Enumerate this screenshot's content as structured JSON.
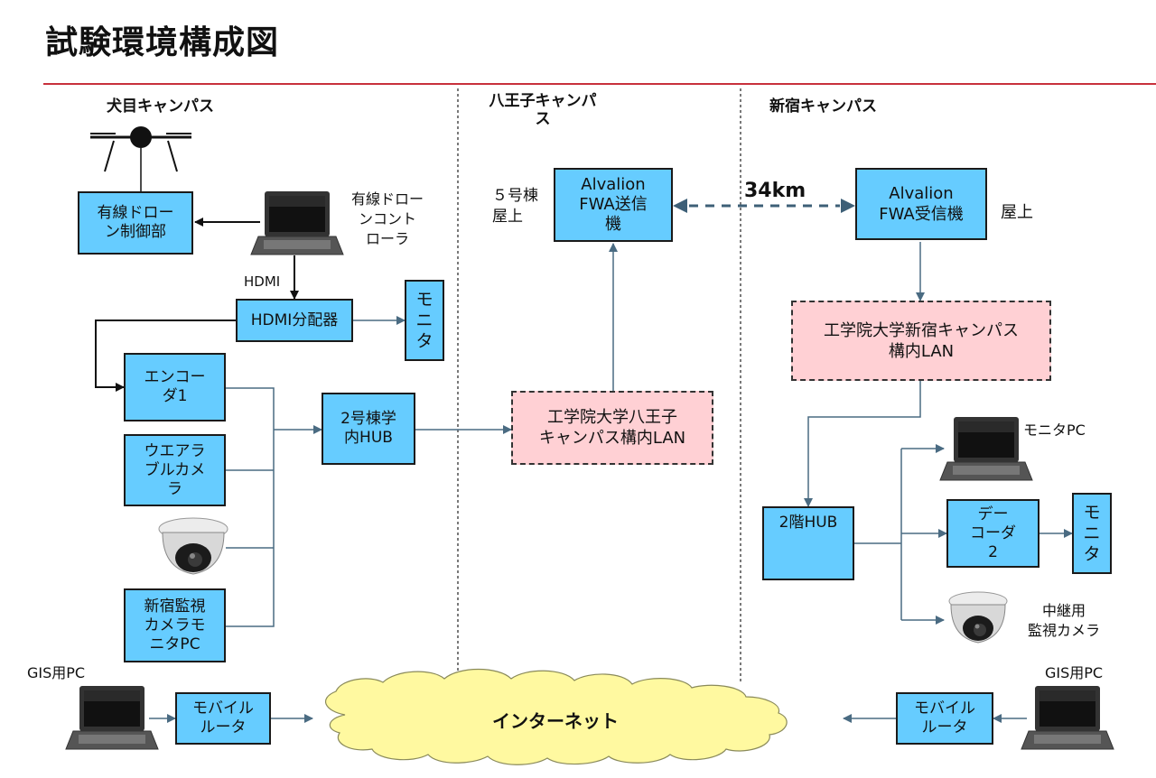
{
  "title": "試験環境構成図",
  "campuses": {
    "inume": "犬目キャンパス",
    "hachioji": "八王子キャンパ\nス",
    "shinjuku": "新宿キャンパス"
  },
  "boxes": {
    "drone_ctrl": "有線ドロー\nン制御部",
    "hdmi_splitter": "HDMI分配器",
    "monitor_left": "モ\nニ\nタ",
    "encoder1": "エンコー\nダ1",
    "wearable_camera": "ウエアラ\nブルカメ\nラ",
    "shinjuku_monitor_pc": "新宿監視\nカメラモ\nニタPC",
    "hub_bldg2": "2号棟学\n内HUB",
    "mobile_router_left": "モバイル\nルータ",
    "hachioji_lan": "工学院大学八王子\nキャンパス構内LAN",
    "fwa_tx": "Alvalion\nFWA送信\n機",
    "fwa_rx": "Alvalion\nFWA受信機",
    "shinjuku_lan": "工学院大学新宿キャンパス\n構内LAN",
    "hub_2f": "2階HUB",
    "decoder2": "デー\nコーダ\n2",
    "monitor_right": "モ\nニ\nタ",
    "mobile_router_right": "モバイル\nルータ"
  },
  "labels": {
    "wired_drone_controller": "有線ドロー\nンコント\nローラ",
    "hdmi": "HDMI",
    "bldg5_roof": "５号棟\n屋上",
    "rooftop": "屋上",
    "distance": "34km",
    "monitor_pc": "モニタPC",
    "relay_camera": "中継用\n監視カメラ",
    "gis_pc_left": "GIS用PC",
    "gis_pc_right": "GIS用PC",
    "internet": "インターネット"
  },
  "icons": [
    "drone-icon",
    "laptop-icon",
    "dome-camera-icon",
    "cloud-icon"
  ],
  "colors": {
    "box_fill": "#66ccff",
    "lan_fill": "#ffd0d4",
    "line": "#4a6b82",
    "rule": "#c8303c",
    "cloud": "#fff9a0"
  }
}
